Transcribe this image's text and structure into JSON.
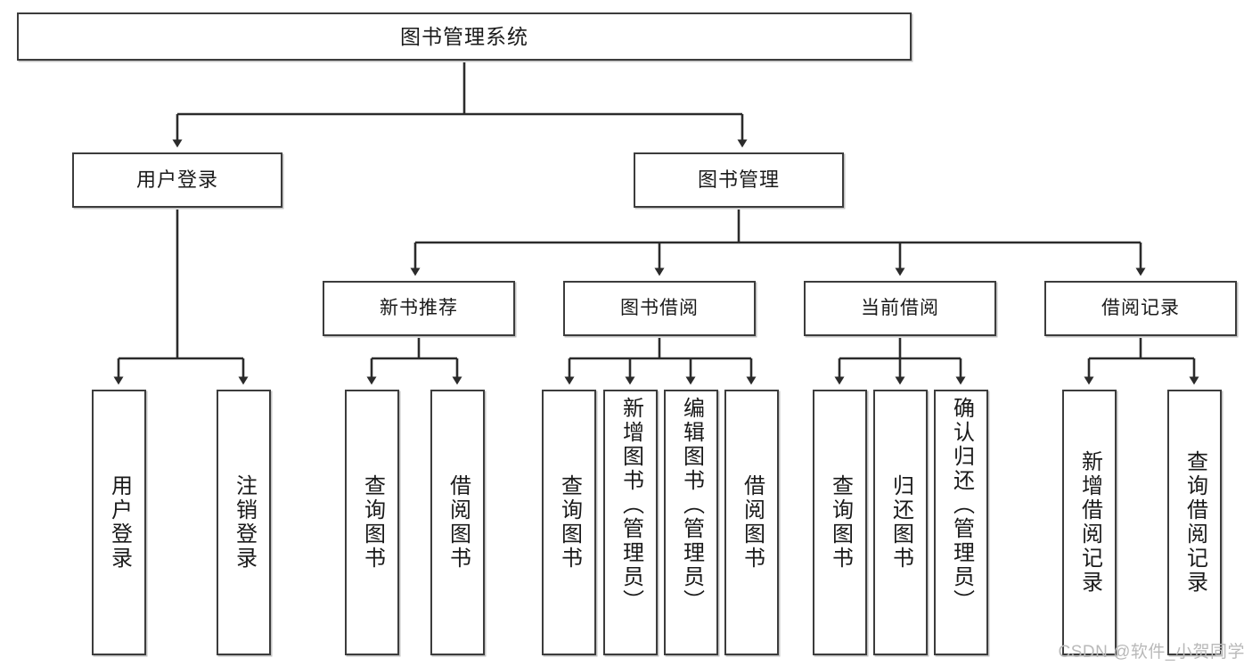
{
  "diagram": {
    "title": "图书管理系统",
    "type": "tree",
    "watermark": "CSDN @软件_小贺同学",
    "colors": {
      "box_border": "#3c3c3c",
      "box_fill": "#ffffff",
      "connector": "#2b2b2b",
      "text": "#1a1a1a",
      "watermark": "#b9b9b9"
    },
    "root": {
      "label": "图书管理系统"
    },
    "level2": [
      {
        "label": "用户登录"
      },
      {
        "label": "图书管理"
      }
    ],
    "level3": [
      {
        "label": "新书推荐"
      },
      {
        "label": "图书借阅"
      },
      {
        "label": "当前借阅"
      },
      {
        "label": "借阅记录"
      }
    ],
    "leaves": {
      "user_login": [
        {
          "label": "用户登录"
        },
        {
          "label": "注销登录"
        }
      ],
      "new_book": [
        {
          "label": "查询图书"
        },
        {
          "label": "借阅图书"
        }
      ],
      "book_borrow": [
        {
          "label": "查询图书"
        },
        {
          "label": "新增图书（管理员）"
        },
        {
          "label": "编辑图书（管理员）"
        },
        {
          "label": "借阅图书"
        }
      ],
      "current_borrow": [
        {
          "label": "查询图书"
        },
        {
          "label": "归还图书"
        },
        {
          "label": "确认归还（管理员）"
        }
      ],
      "borrow_record": [
        {
          "label": "新增借阅记录"
        },
        {
          "label": "查询借阅记录"
        }
      ]
    }
  }
}
